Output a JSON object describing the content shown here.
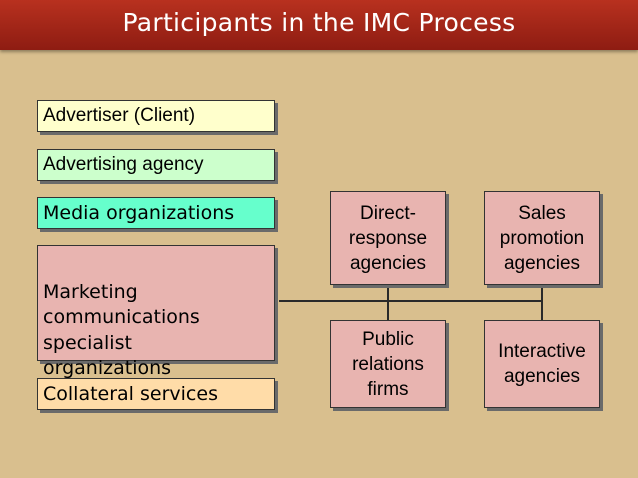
{
  "slide": {
    "title": "Participants in the IMC Process"
  },
  "left_column": {
    "advertiser": "Advertiser (Client)",
    "advertising_agency": "Advertising agency",
    "media_organizations": "Media organizations",
    "marcom_specialists": "Marketing\ncommunications\nspecialist\norganizations",
    "collateral_services": "Collateral services"
  },
  "specialist_agencies": {
    "direct_response": "Direct-\nresponse\nagencies",
    "sales_promotion": "Sales\npromotion\nagencies",
    "public_relations": "Public\nrelations\nfirms",
    "interactive": "Interactive\nagencies"
  },
  "colors": {
    "title_bar": "#a62517",
    "background": "#d9bf8e",
    "advertiser_fill": "#ffffcc",
    "agency_fill": "#ccffcc",
    "media_fill": "#66ffcc",
    "specialist_fill": "#e8b4b0",
    "collateral_fill": "#ffdca8"
  }
}
